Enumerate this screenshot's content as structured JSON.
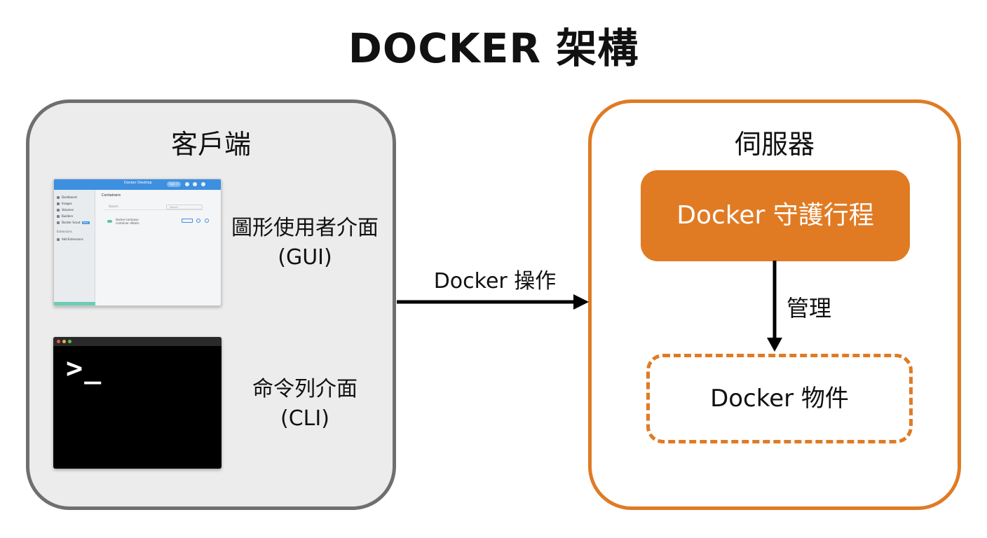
{
  "title": "DOCKER 架構",
  "client": {
    "title": "客戶端",
    "gui_label_line1": "圖形使用者介面",
    "gui_label_line2": "(GUI)",
    "cli_label_line1": "命令列介面",
    "cli_label_line2": "(CLI)",
    "gui_screenshot": {
      "app_title": "Docker Desktop",
      "sign_in": "Sign in",
      "sidebar_items": [
        "Dashboard",
        "Images",
        "Volumes",
        "Builders",
        "Docker Scout"
      ],
      "sidebar_badge": "BETA",
      "sidebar_section": "Extensions",
      "sidebar_extension": "Add Extensions",
      "main_title": "Containers",
      "search_placeholder": "Search",
      "search_box": "Search",
      "row_name": "docker-compose",
      "row_detail": "container details"
    },
    "cli_prompt": ">_"
  },
  "connector": {
    "label": "Docker 操作"
  },
  "server": {
    "title": "伺服器",
    "daemon": "Docker 守護行程",
    "manage_label": "管理",
    "objects": "Docker 物件"
  },
  "colors": {
    "client_border": "#6f6f6f",
    "client_fill": "#ececec",
    "server_border": "#e07b24",
    "daemon_fill": "#e07b24"
  }
}
